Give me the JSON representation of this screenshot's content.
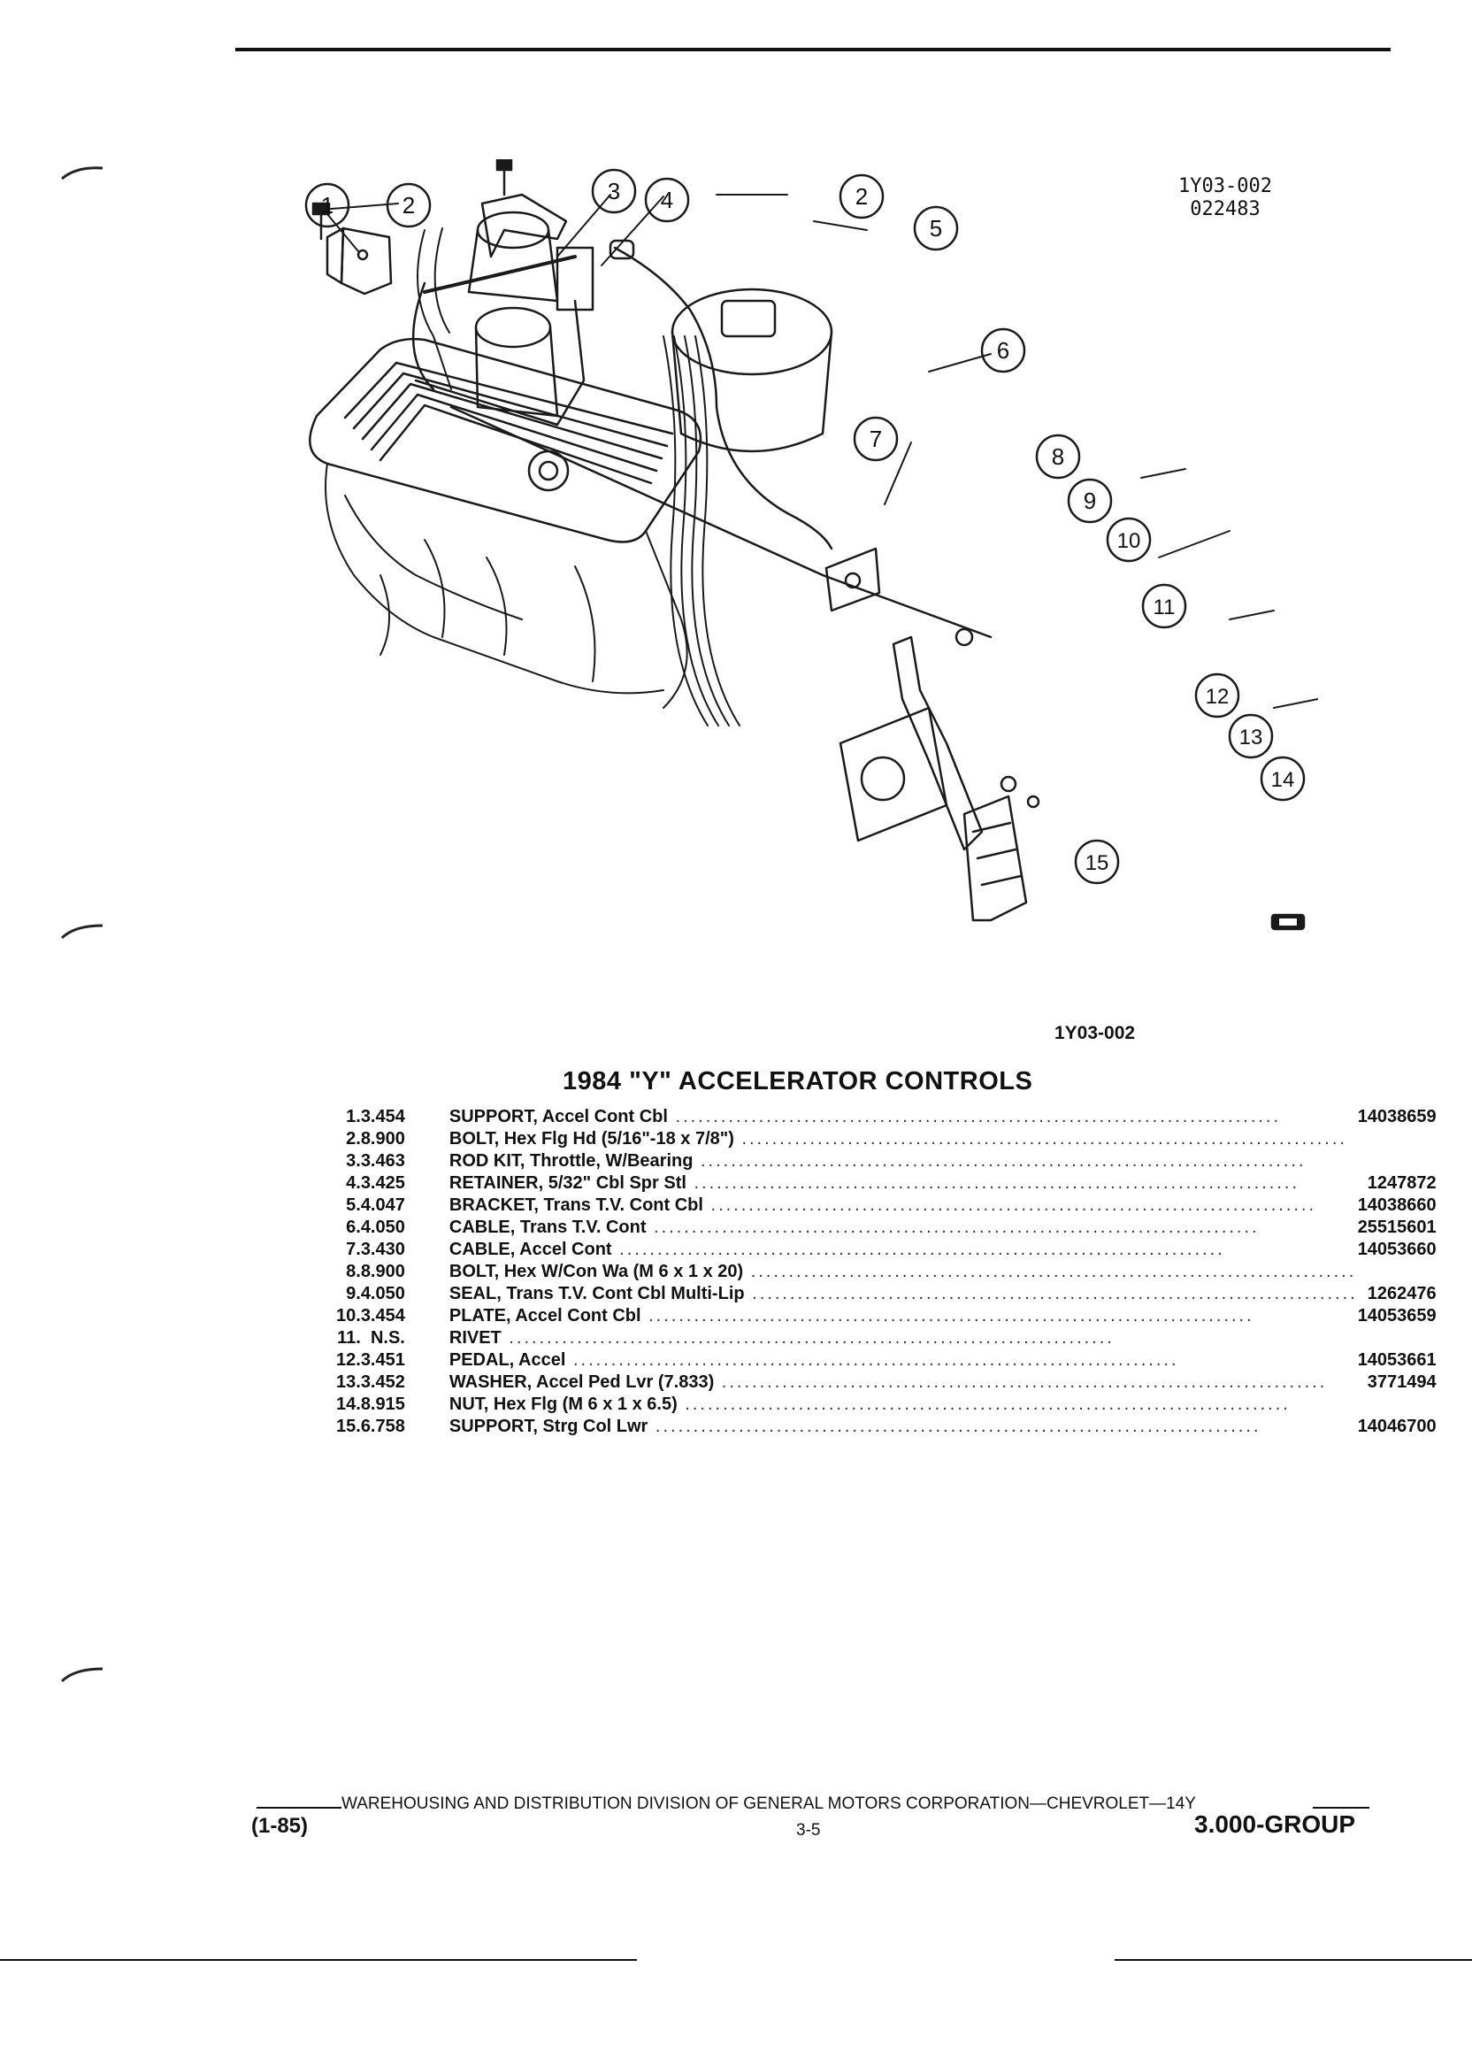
{
  "figure": {
    "code_stamp": [
      "1Y03-002",
      "022483"
    ],
    "caption": "1Y03-002",
    "callouts": [
      "1",
      "2",
      "3",
      "4",
      "2",
      "5",
      "6",
      "7",
      "8",
      "9",
      "10",
      "11",
      "12",
      "13",
      "14",
      "15"
    ]
  },
  "section": {
    "title": "1984 \"Y\" ACCELERATOR CONTROLS"
  },
  "parts": [
    {
      "item": "1.",
      "group": "3.454",
      "description": "SUPPORT, Accel Cont Cbl",
      "part_number": "14038659"
    },
    {
      "item": "2.",
      "group": "8.900",
      "description": "BOLT, Hex Flg Hd (5/16\"-18 x 7/8\")",
      "part_number": ""
    },
    {
      "item": "3.",
      "group": "3.463",
      "description": "ROD KIT, Throttle, W/Bearing",
      "part_number": ""
    },
    {
      "item": "4.",
      "group": "3.425",
      "description": "RETAINER, 5/32\" Cbl Spr Stl",
      "part_number": "1247872"
    },
    {
      "item": "5.",
      "group": "4.047",
      "description": "BRACKET, Trans T.V. Cont Cbl",
      "part_number": "14038660"
    },
    {
      "item": "6.",
      "group": "4.050",
      "description": "CABLE, Trans T.V. Cont",
      "part_number": "25515601"
    },
    {
      "item": "7.",
      "group": "3.430",
      "description": "CABLE, Accel Cont",
      "part_number": "14053660"
    },
    {
      "item": "8.",
      "group": "8.900",
      "description": "BOLT, Hex W/Con Wa (M 6 x 1 x 20)",
      "part_number": ""
    },
    {
      "item": "9.",
      "group": "4.050",
      "description": "SEAL, Trans T.V. Cont Cbl Multi-Lip",
      "part_number": "1262476"
    },
    {
      "item": "10.",
      "group": "3.454",
      "description": "PLATE, Accel Cont Cbl",
      "part_number": "14053659"
    },
    {
      "item": "11.",
      "group": "N.S.",
      "description": "RIVET",
      "part_number": ""
    },
    {
      "item": "12.",
      "group": "3.451",
      "description": "PEDAL, Accel",
      "part_number": "14053661"
    },
    {
      "item": "13.",
      "group": "3.452",
      "description": "WASHER, Accel Ped Lvr (7.833)",
      "part_number": "3771494"
    },
    {
      "item": "14.",
      "group": "8.915",
      "description": "NUT, Hex Flg (M 6 x 1 x 6.5)",
      "part_number": ""
    },
    {
      "item": "15.",
      "group": "6.758",
      "description": "SUPPORT, Strg Col Lwr",
      "part_number": "14046700"
    }
  ],
  "footer": {
    "division": "WAREHOUSING AND DISTRIBUTION  DIVISION OF GENERAL MOTORS CORPORATION—CHEVROLET—14Y",
    "date_code": "(1-85)",
    "page": "3-5",
    "group": "3.000-GROUP"
  }
}
